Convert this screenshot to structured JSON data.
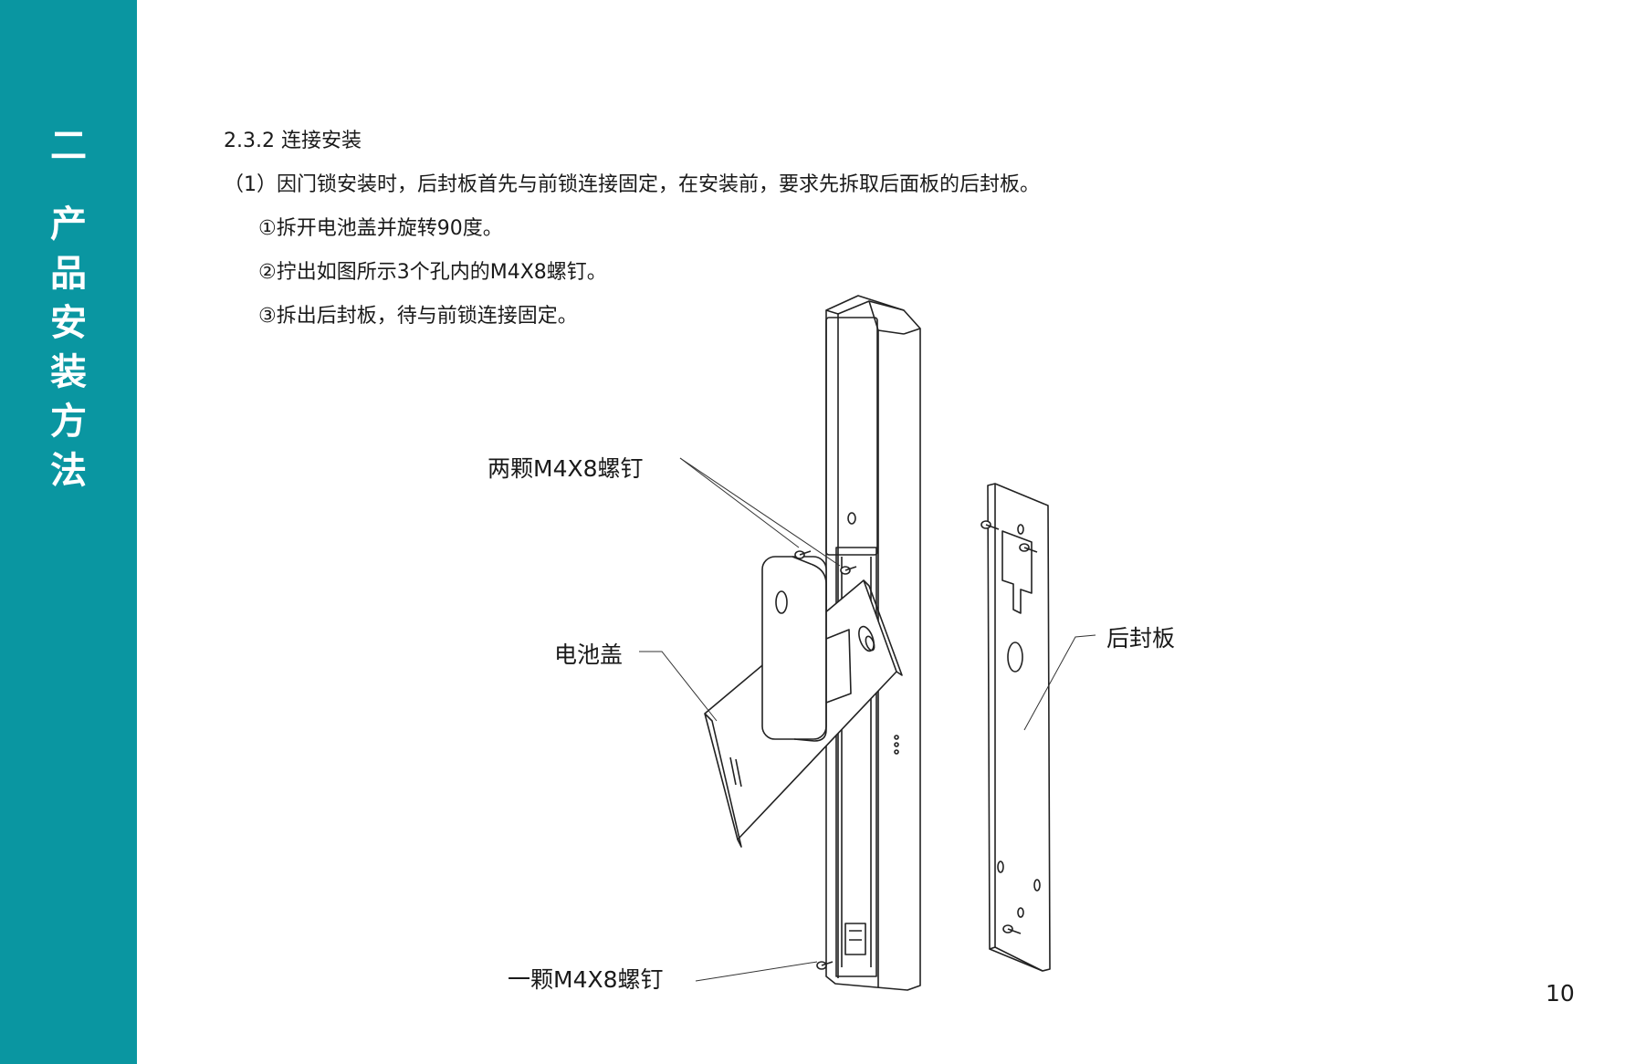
{
  "sidebar": {
    "chars": [
      "二",
      "产",
      "品",
      "安",
      "装",
      "方",
      "法"
    ]
  },
  "content": {
    "heading": "2.3.2 连接安装",
    "intro": "（1）因门锁安装时，后封板首先与前锁连接固定，在安装前，要求先拆取后面板的后封板。",
    "steps": [
      "①拆开电池盖并旋转90度。",
      "②拧出如图所示3个孔内的M4X8螺钉。",
      "③拆出后封板，待与前锁连接固定。"
    ]
  },
  "diagram": {
    "labels": {
      "two_screws": "两颗M4X8螺钉",
      "battery_cover": "电池盖",
      "back_plate": "后封板",
      "one_screw": "一颗M4X8螺钉"
    }
  },
  "footer": {
    "page_number": "10"
  },
  "colors": {
    "accent": "#0a96a1"
  }
}
